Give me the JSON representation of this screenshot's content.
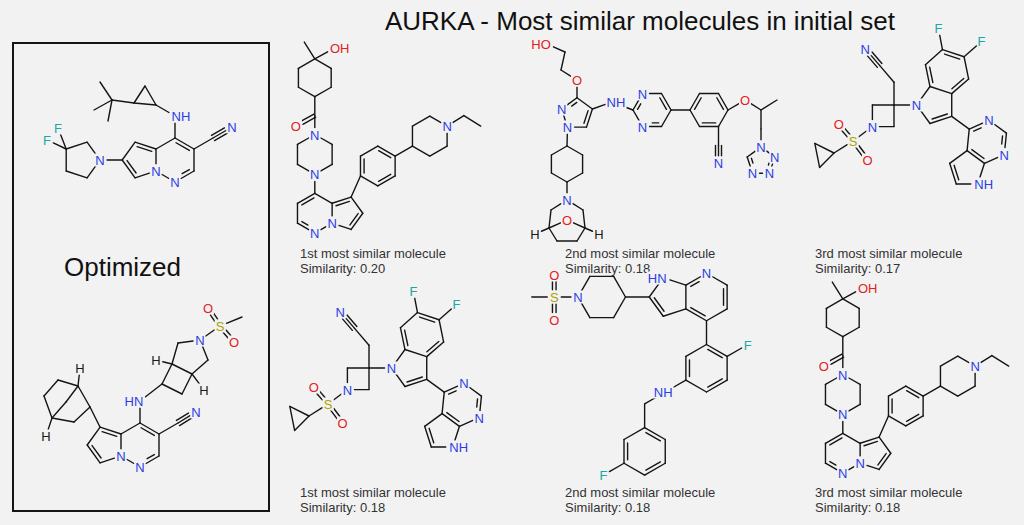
{
  "diagram": {
    "title": "AURKA - Most similar molecules in initial set",
    "nodes": [
      {
        "text": [
          "Optimized"
        ]
      }
    ],
    "labels": [
      "1st most similar molecule",
      "Similarity: 0.20",
      "2nd most similar molecule",
      "Similarity: 0.18",
      "3rd most similar molecule",
      "Similarity: 0.17",
      "1st most similar molecule",
      "Similarity: 0.18",
      "2nd most similar molecule",
      "Similarity: 0.18",
      "3rd most similar molecule",
      "Similarity: 0.18",
      "N",
      "NH",
      "N",
      "N",
      "N",
      "F",
      "F",
      "H",
      "H",
      "HN",
      "N",
      "N",
      "N",
      "H",
      "H",
      "N",
      "S",
      "O",
      "O",
      "OH",
      "O",
      "N",
      "N",
      "N",
      "N",
      "N",
      "HO",
      "O",
      "N",
      "N",
      "NH",
      "N",
      "N",
      "O",
      "N",
      "N",
      "N",
      "N",
      "N",
      "N",
      "O",
      "H",
      "H",
      "N",
      "N",
      "S",
      "O",
      "O",
      "N",
      "F",
      "F",
      "N",
      "N",
      "NH",
      "N",
      "N",
      "S",
      "O",
      "O",
      "N",
      "F",
      "F",
      "N",
      "N",
      "NH",
      "O",
      "S",
      "O",
      "N",
      "HN",
      "N",
      "F",
      "NH",
      "F",
      "OH",
      "O",
      "N",
      "N",
      "N",
      "N",
      "N"
    ]
  }
}
